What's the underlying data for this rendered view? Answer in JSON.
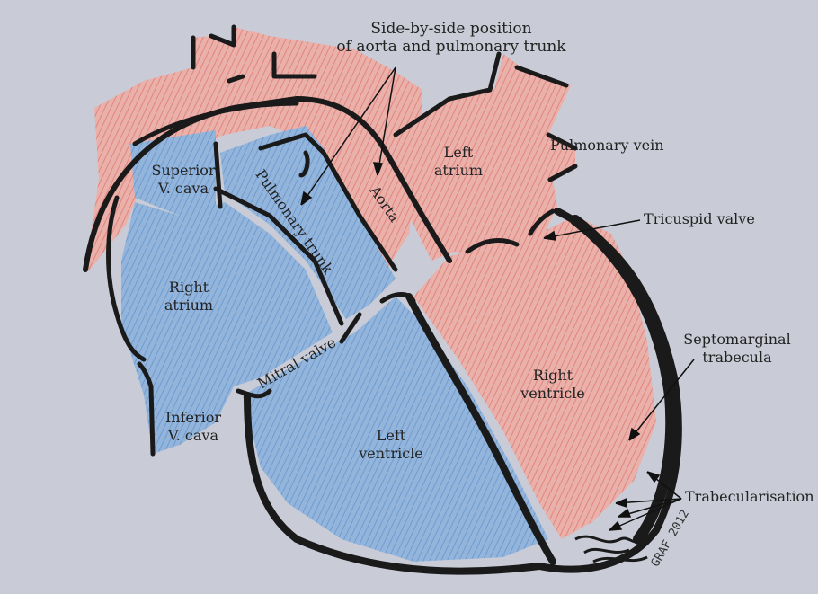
{
  "diagram": {
    "labels": {
      "side_by_side": [
        "Side-by-side position",
        "of aorta and pulmonary trunk"
      ],
      "left_atrium": [
        "Left",
        "atrium"
      ],
      "pulmonary_vein": "Pulmonary vein",
      "superior_vcava": [
        "Superior",
        "V. cava"
      ],
      "pulmonary_trunk": "Pulmonary trunk",
      "aorta": "Aorta",
      "tricuspid_valve": "Tricuspid valve",
      "right_atrium": [
        "Right",
        "atrium"
      ],
      "mitral_valve": "Mitral valve",
      "septomarginal": [
        "Septomarginal",
        "trabecula"
      ],
      "right_ventricle": [
        "Right",
        "ventricle"
      ],
      "inferior_vcava": [
        "Inferior",
        "V. cava"
      ],
      "left_ventricle": [
        "Left",
        "ventricle"
      ],
      "trabecularisation": "Trabecularisation",
      "signature": "GRAF 2012"
    },
    "colors": {
      "paper": "#c9ccd6",
      "red_pencil": "#e59a93",
      "blue_pencil": "#7ea6d4",
      "outline": "#1a1a1a"
    }
  }
}
